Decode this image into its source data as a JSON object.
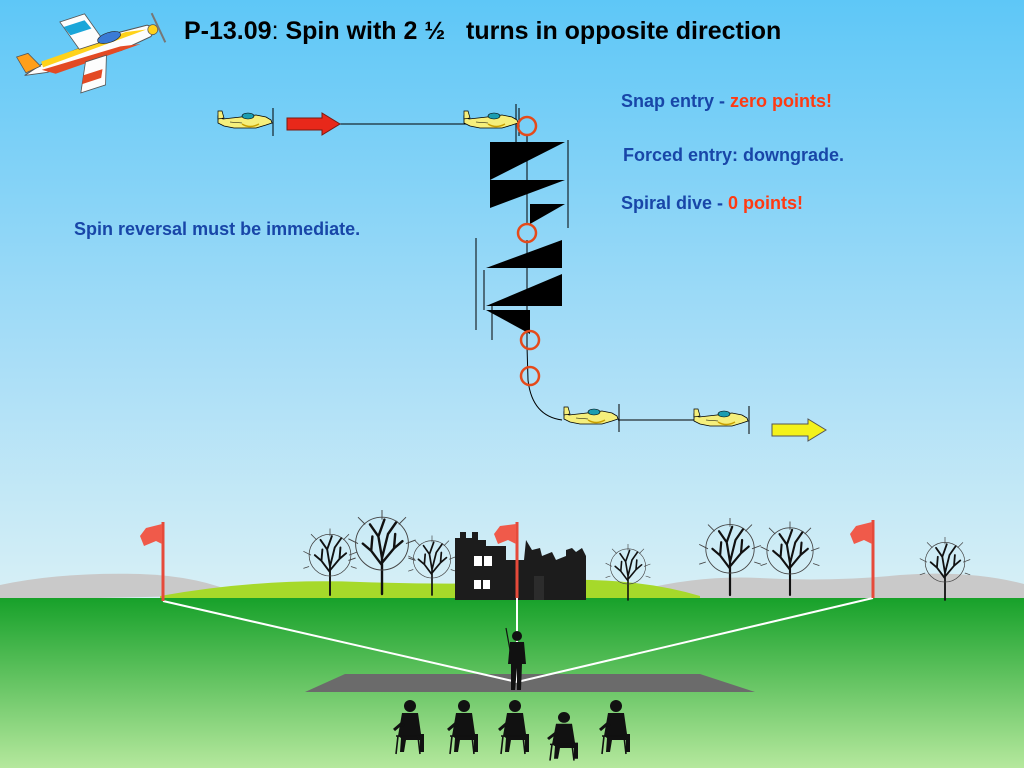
{
  "title": {
    "code": "P-13.09",
    "separator": ":",
    "text": "Spin with 2 ½   turns in opposite direction"
  },
  "notes": {
    "snap_entry": {
      "label": "Snap entry - ",
      "highlight": "zero points!"
    },
    "forced_entry": {
      "label": "Forced entry: downgrade."
    },
    "spiral_dive": {
      "label": "Spiral dive - ",
      "highlight": "0 points!"
    },
    "spin_reversal": {
      "label": "Spin reversal must be immediate."
    }
  },
  "colors": {
    "sky_top": "#5ec7f7",
    "sky_bottom": "#d8f0f6",
    "grass_top": "#17a12a",
    "grass_bottom": "#b5e89d",
    "note_blue": "#1846a8",
    "warning_red": "#ff3a12",
    "entry_arrow": "#e8281a",
    "exit_arrow": "#f4f21a",
    "marker_circle": "#e54a1a",
    "flag": "#f05a4a",
    "plane_body": "#f5ef7c"
  },
  "icons": [
    "aerobatic-plane-logo",
    "plane-icon",
    "entry-arrow-icon",
    "exit-arrow-icon",
    "spin-marker-circle",
    "flag-icon",
    "tree-icon",
    "castle-ruin",
    "pilot-silhouette",
    "judge-silhouette"
  ]
}
